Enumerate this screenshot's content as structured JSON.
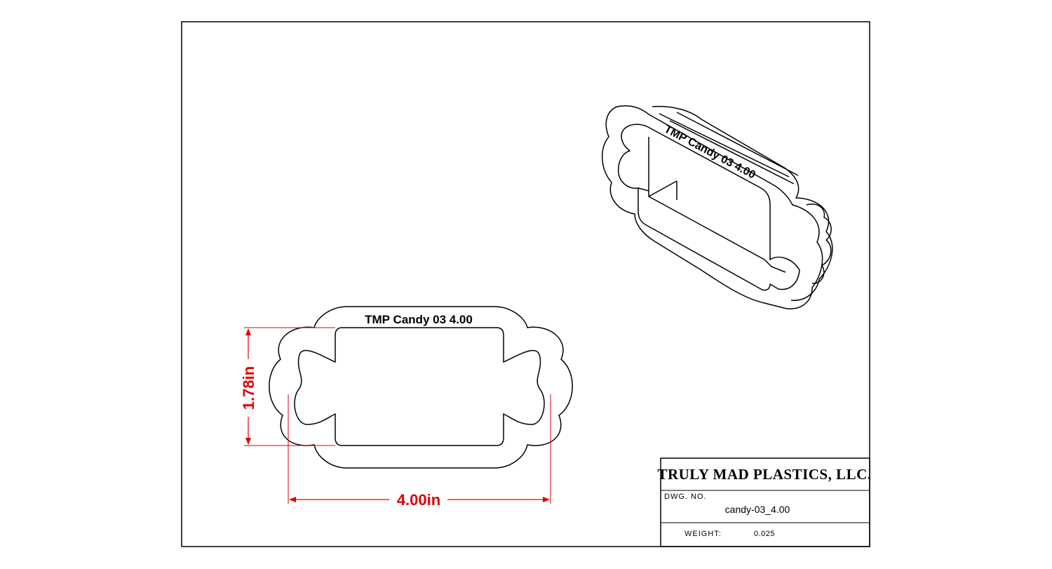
{
  "title_block": {
    "company": "TRULY MAD PLASTICS, LLC.",
    "dwg_no_label": "DWG. NO.",
    "dwg_no_value": "candy-03_4.00",
    "weight_label": "WEIGHT:",
    "weight_value": "0.025"
  },
  "front_view": {
    "engraving": "TMP Candy 03 4.00",
    "height_dimension": "1.78in",
    "width_dimension": "4.00in"
  },
  "iso_view": {
    "engraving": "TMP Candy 03 4.00"
  },
  "colors": {
    "line": "#000000",
    "dimension": "#e00000",
    "background": "#ffffff"
  }
}
